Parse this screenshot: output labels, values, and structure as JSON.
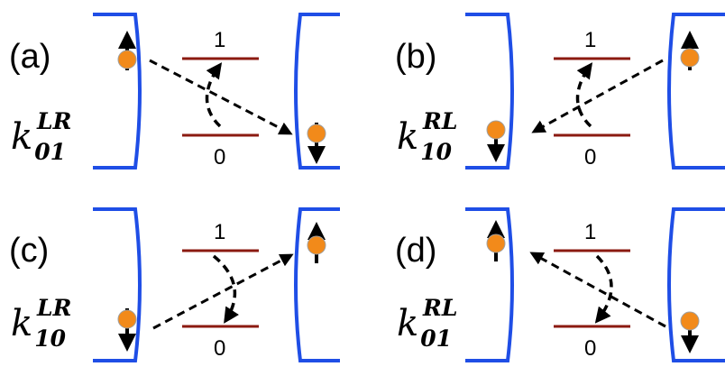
{
  "colors": {
    "electrode": "#1f4ee6",
    "level": "#8b1a10",
    "electron": "#f28a1a",
    "arrow": "#000000"
  },
  "level_labels": {
    "upper": "1",
    "lower": "0"
  },
  "panels": [
    {
      "label": "(a)",
      "rate": {
        "k": "k",
        "sub": "01",
        "sup": "LR"
      }
    },
    {
      "label": "(b)",
      "rate": {
        "k": "k",
        "sub": "10",
        "sup": "RL"
      }
    },
    {
      "label": "(c)",
      "rate": {
        "k": "k",
        "sub": "10",
        "sup": "LR"
      }
    },
    {
      "label": "(d)",
      "rate": {
        "k": "k",
        "sub": "01",
        "sup": "RL"
      }
    }
  ]
}
